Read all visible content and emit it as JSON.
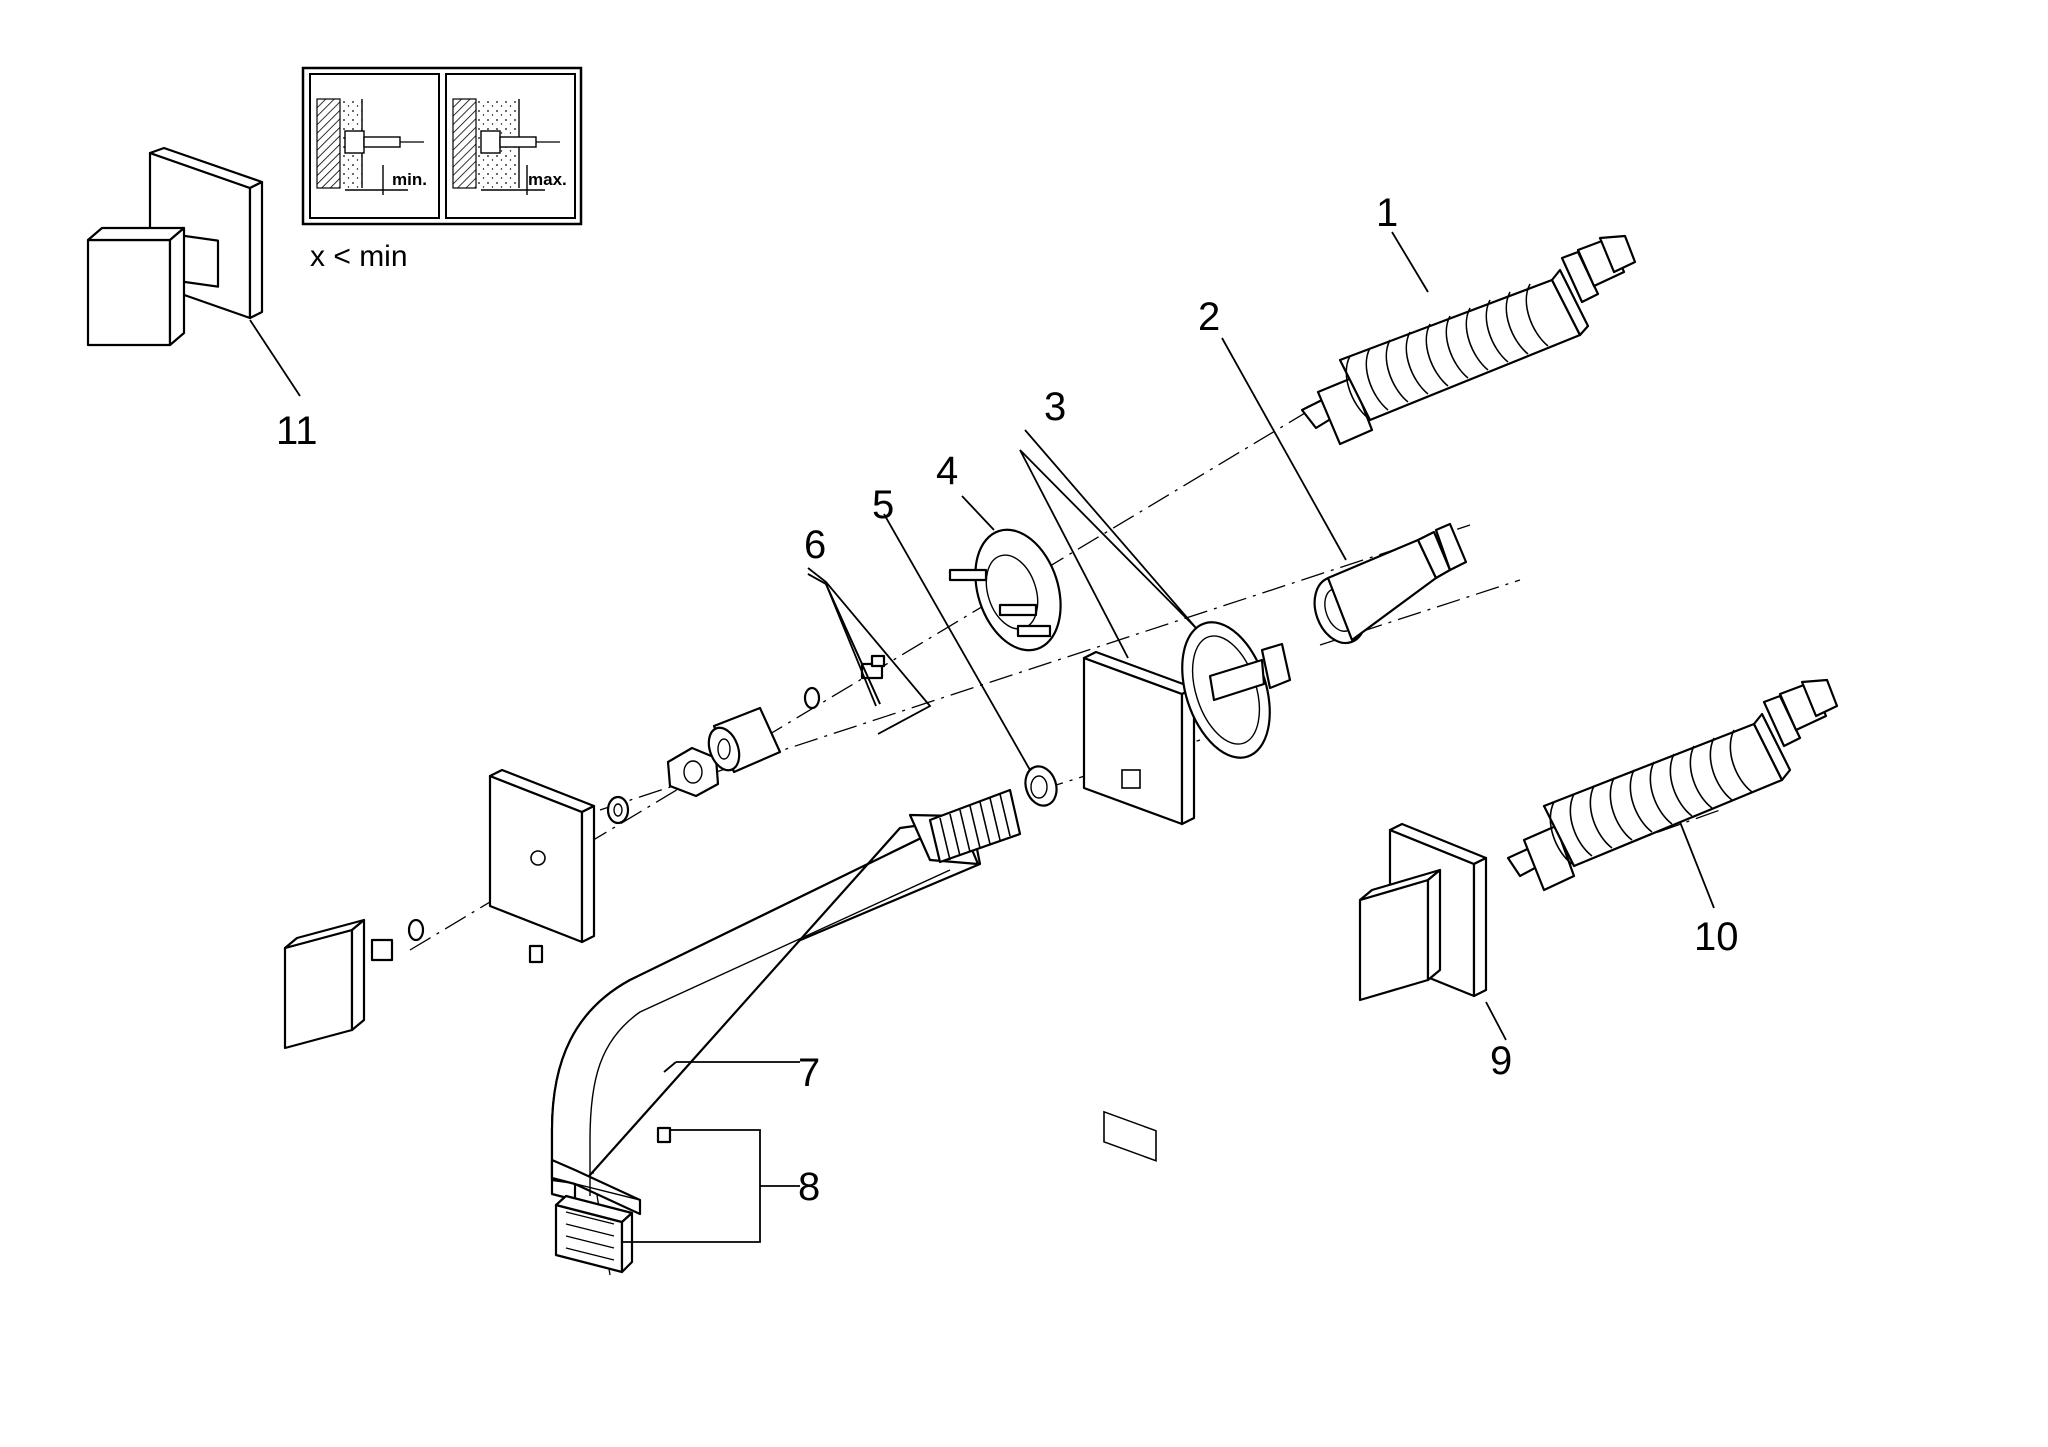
{
  "figure": {
    "type": "exploded-parts-diagram",
    "callouts": [
      {
        "id": "1",
        "label": "1"
      },
      {
        "id": "2",
        "label": "2"
      },
      {
        "id": "3",
        "label": "3"
      },
      {
        "id": "4",
        "label": "4"
      },
      {
        "id": "5",
        "label": "5"
      },
      {
        "id": "6",
        "label": "6"
      },
      {
        "id": "7",
        "label": "7"
      },
      {
        "id": "8",
        "label": "8"
      },
      {
        "id": "9",
        "label": "9"
      },
      {
        "id": "10",
        "label": "10"
      },
      {
        "id": "11",
        "label": "11"
      }
    ],
    "inset": {
      "panels": [
        {
          "label": "min.",
          "icon": "wall-depth-min-icon"
        },
        {
          "label": "max.",
          "icon": "wall-depth-max-icon"
        }
      ],
      "caption": "x < min"
    }
  }
}
